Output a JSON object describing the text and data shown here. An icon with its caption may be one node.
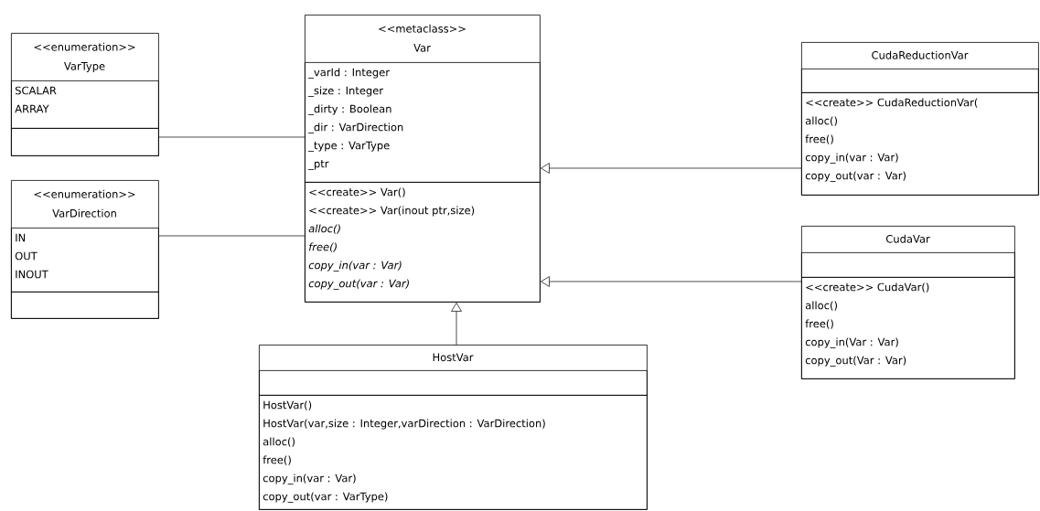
{
  "diagram": {
    "nodes": [
      {
        "text": [
          "<<enumeration>>",
          "VarType"
        ]
      },
      {
        "text": [
          "SCALAR",
          "ARRAY"
        ],
        "in": 0
      },
      {
        "text": [],
        "shape": "box",
        "in": 0
      },
      {
        "text": [
          "<<enumeration>>",
          "VarDirection"
        ]
      },
      {
        "text": [
          "IN",
          "OUT",
          "INOUT"
        ],
        "in": 3
      },
      {
        "text": [],
        "shape": "box",
        "in": 3
      },
      {
        "text": [
          "<<metaclass>>",
          "Var"
        ]
      },
      {
        "text": [
          "_varId : Integer",
          "_size : Integer",
          "_dirty : Boolean",
          "_dir : VarDirection",
          "_type : VarType",
          "_ptr"
        ],
        "in": 6
      },
      {
        "text": [
          "<<create>> Var()",
          "<<create>> Var(inout ptr,size)",
          "alloc()",
          "free()",
          "copy_in(var : Var)",
          "copy_out(var : Var)"
        ],
        "in": 6
      },
      {
        "text": [
          "CudaReductionVar"
        ]
      },
      {
        "text": [],
        "shape": "box",
        "in": 9
      },
      {
        "text": [
          "<<create>> CudaReductionVar(",
          "alloc()",
          "free()",
          "copy_in(var : Var)",
          "copy_out(var : Var)"
        ],
        "in": 9
      },
      {
        "text": [
          "CudaVar"
        ]
      },
      {
        "text": [],
        "shape": "box",
        "in": 12
      },
      {
        "text": [
          "<<create>> CudaVar()",
          "alloc()",
          "free()",
          "copy_in(Var : Var)",
          "copy_out(Var : Var)"
        ],
        "in": 12
      },
      {
        "text": [
          "HostVar"
        ]
      },
      {
        "text": [],
        "shape": "box",
        "in": 15
      },
      {
        "text": [
          "HostVar()",
          "HostVar(var,size : Integer,varDirection : VarDirection)",
          "alloc()",
          "free()",
          "copy_in(var : Var)",
          "copy_out(var : VarType)"
        ],
        "in": 15
      }
    ],
    "edges": [
      {
        "from": 0,
        "to": 6,
        "arrow": "none"
      },
      {
        "from": 3,
        "to": 6,
        "arrow": "none"
      },
      {
        "from": 9,
        "to": 6,
        "arrow": "to"
      },
      {
        "from": 12,
        "to": 6,
        "arrow": "to"
      },
      {
        "from": 15,
        "to": 6,
        "arrow": "to"
      }
    ]
  }
}
